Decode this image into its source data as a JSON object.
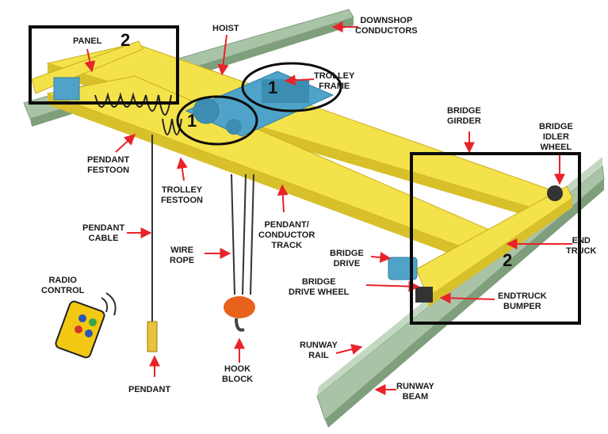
{
  "colors": {
    "background": "#ffffff",
    "girder": "#f4e24a",
    "girder_shade": "#d8c02a",
    "rail": "#a9c3a7",
    "rail_dark": "#7f9e7c",
    "motor": "#4fa3c9",
    "arrow": "#e8242a",
    "hook": "#e8621c",
    "box": "#0c0c0c"
  },
  "labels": {
    "panel": "PANEL",
    "hoist": "HOIST",
    "downshop_conductors": [
      "DOWNSHOP",
      "CONDUCTORS"
    ],
    "trolley_frame": [
      "TROLLEY",
      "FRAME"
    ],
    "bridge_girder": [
      "BRIDGE",
      "GIRDER"
    ],
    "bridge_idler_wheel": [
      "BRIDGE",
      "IDLER",
      "WHEEL"
    ],
    "pendant_festoon": [
      "PENDANT",
      "FESTOON"
    ],
    "trolley_festoon": [
      "TROLLEY",
      "FESTOON"
    ],
    "pendant_cable": [
      "PENDANT",
      "CABLE"
    ],
    "wire_rope": [
      "WIRE",
      "ROPE"
    ],
    "pendant_conductor_track": [
      "PENDANT/",
      "CONDUCTOR",
      "TRACK"
    ],
    "bridge_drive": [
      "BRIDGE",
      "DRIVE"
    ],
    "bridge_drive_wheel": [
      "BRIDGE",
      "DRIVE WHEEL"
    ],
    "end_truck": [
      "END",
      "TRUCK"
    ],
    "endtruck_bumper": [
      "ENDTRUCK",
      "BUMPER"
    ],
    "radio_control": [
      "RADIO",
      "CONTROL"
    ],
    "pendant": "PENDANT",
    "hook_block": [
      "HOOK",
      "BLOCK"
    ],
    "runway_rail": [
      "RUNWAY",
      "RAIL"
    ],
    "runway_beam": [
      "RUNWAY",
      "BEAM"
    ]
  },
  "markers": {
    "box_panel": "2",
    "box_end_truck": "2",
    "circle_trolley": "1",
    "circle_hoist": "1"
  }
}
